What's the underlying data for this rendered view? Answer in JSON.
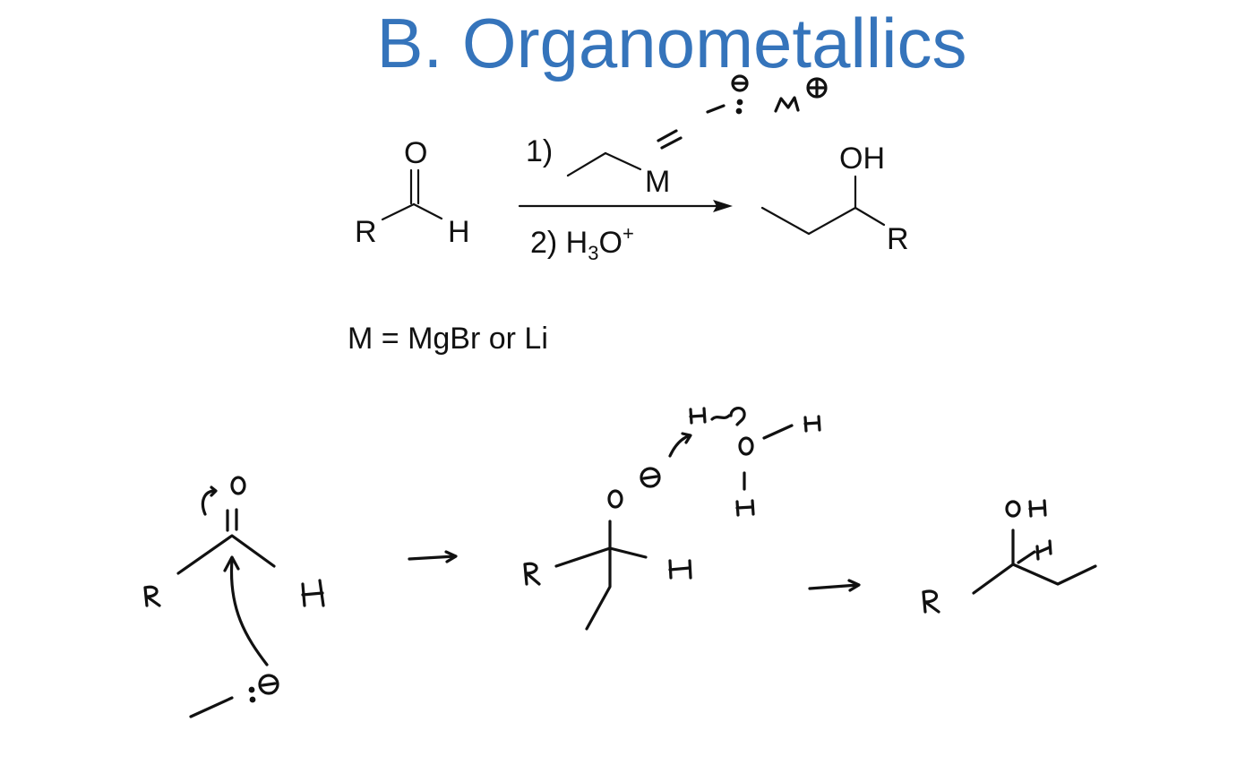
{
  "slide": {
    "title": "B. Organometallics",
    "title_color": "#3574BB"
  },
  "reaction": {
    "reactant": {
      "oxygen": "O",
      "r_group": "R",
      "hydrogen": "H"
    },
    "step1_number": "1)",
    "reagent_metal": "M",
    "step2_label": "2) H",
    "step2_sub": "3",
    "step2_o": "O",
    "step2_sup": "+",
    "product": {
      "hydroxyl": "OH",
      "r_group": "R"
    },
    "metal_definition": "M = MgBr or Li"
  }
}
